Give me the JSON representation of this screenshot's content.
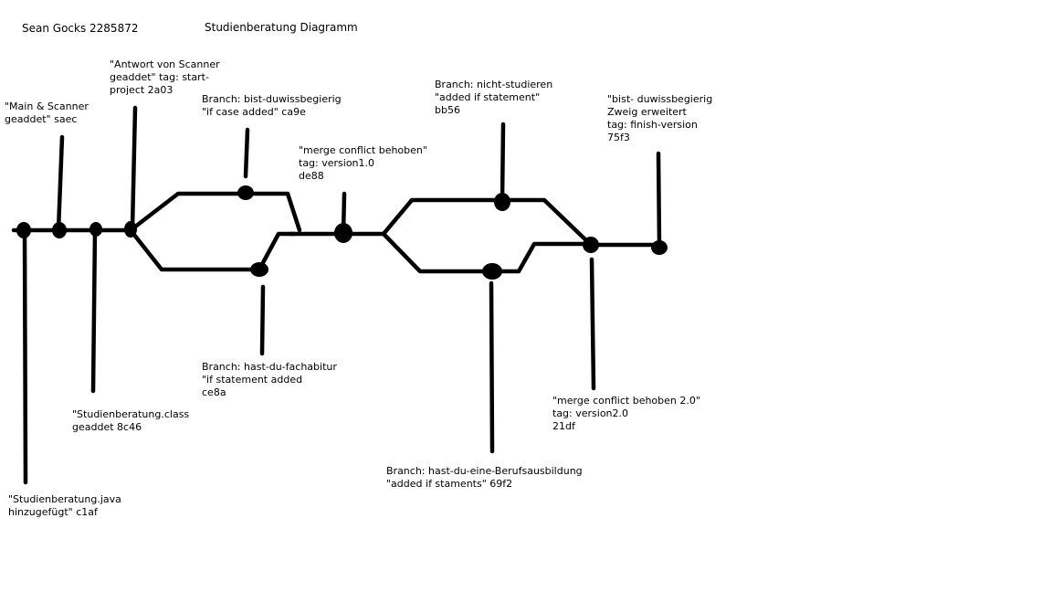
{
  "header": {
    "author": "Sean Gocks 2285872",
    "title": "Studienberatung Diagramm"
  },
  "commits": [
    {
      "id": "c1af",
      "label": "\"Studienberatung.java\nhinzugefügt\" c1af"
    },
    {
      "id": "saec",
      "label": "\"Main & Scanner\ngeaddet\" saec"
    },
    {
      "id": "8c46",
      "label": "\"Studienberatung.class\ngeaddet 8c46"
    },
    {
      "id": "2a03",
      "label": "\"Antwort von Scanner\ngeaddet\" tag: start-\nproject 2a03"
    },
    {
      "id": "ca9e",
      "label": "Branch: bist-duwissbegierig\n\"if case added\" ca9e"
    },
    {
      "id": "ce8a",
      "label": "Branch: hast-du-fachabitur\n\"if statement added\nce8a"
    },
    {
      "id": "de88",
      "label": "\"merge conflict behoben\"\ntag: version1.0\nde88"
    },
    {
      "id": "bb56",
      "label": "Branch: nicht-studieren\n\"added if statement\"\nbb56"
    },
    {
      "id": "69f2",
      "label": "Branch: hast-du-eine-Berufsausbildung\n\"added if staments\" 69f2"
    },
    {
      "id": "21df",
      "label": "\"merge conflict behoben 2.0\"\ntag: version2.0\n21df"
    },
    {
      "id": "75f3",
      "label": "\"bist- duwissbegierig\nZweig erweitert\ntag: finish-version\n75f3"
    }
  ],
  "colors": {
    "ink": "#000000",
    "background": "#ffffff"
  }
}
